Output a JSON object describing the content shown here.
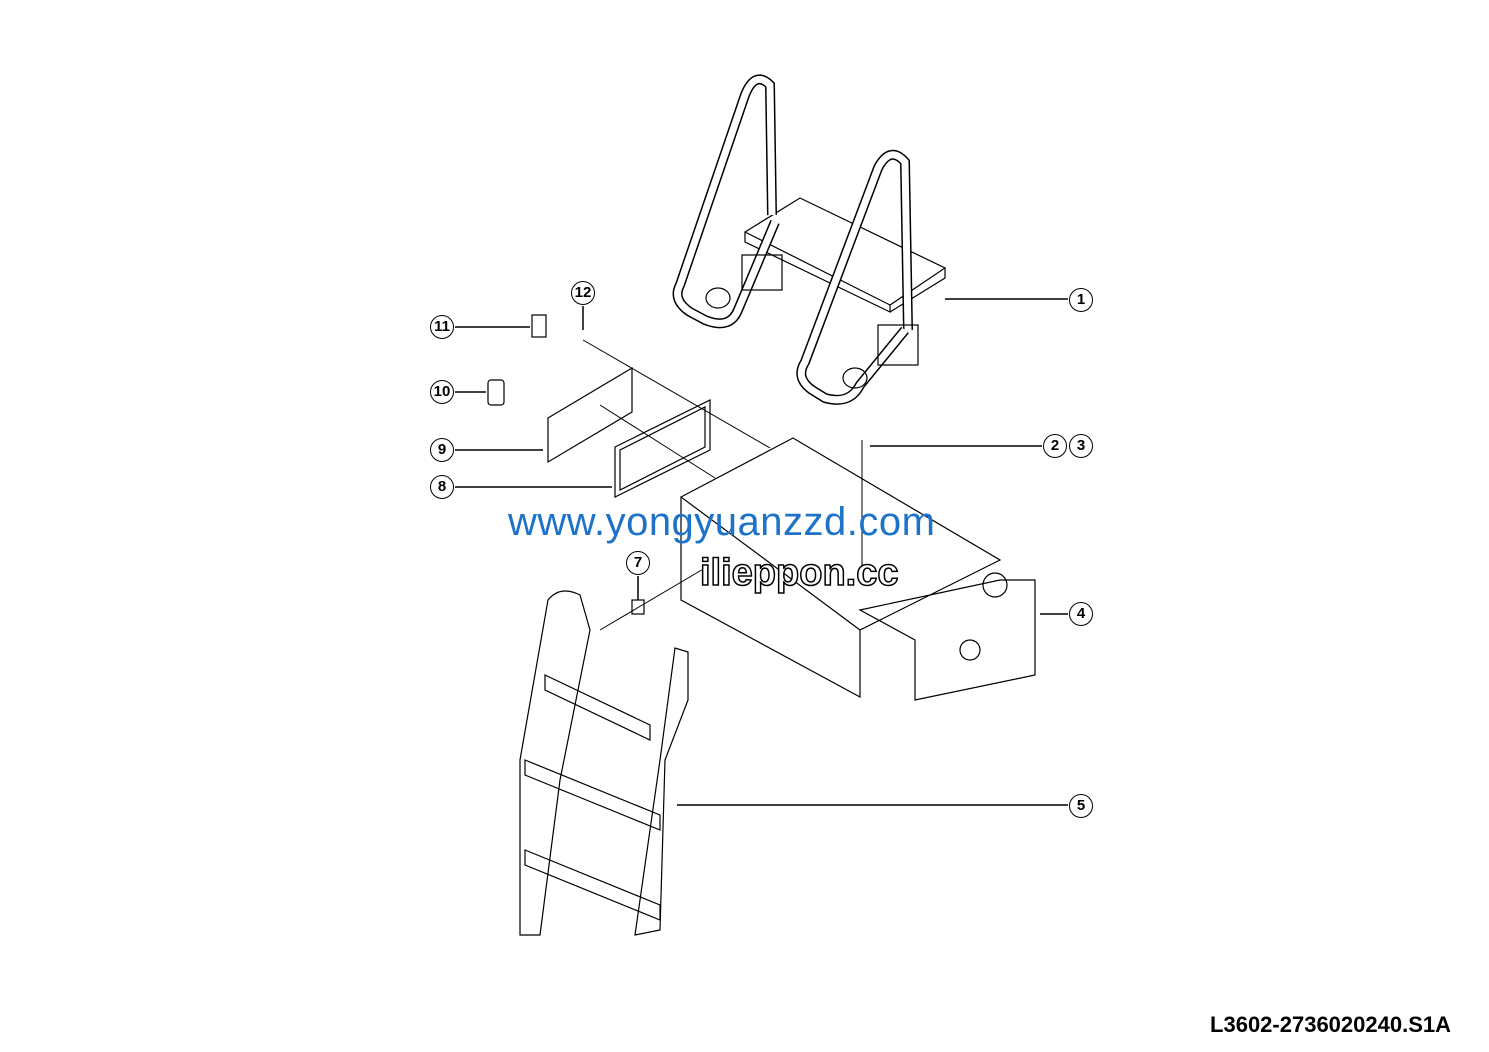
{
  "drawing_number": "L3602-2736020240.S1A",
  "watermarks": [
    "www.yongyuanzzd.com",
    "ilieppon.cc"
  ],
  "callouts": [
    "1",
    "2",
    "3",
    "4",
    "5",
    "7",
    "8",
    "9",
    "10",
    "11",
    "12"
  ],
  "line_color": "#000000",
  "watermark_color": "#1e73c8"
}
